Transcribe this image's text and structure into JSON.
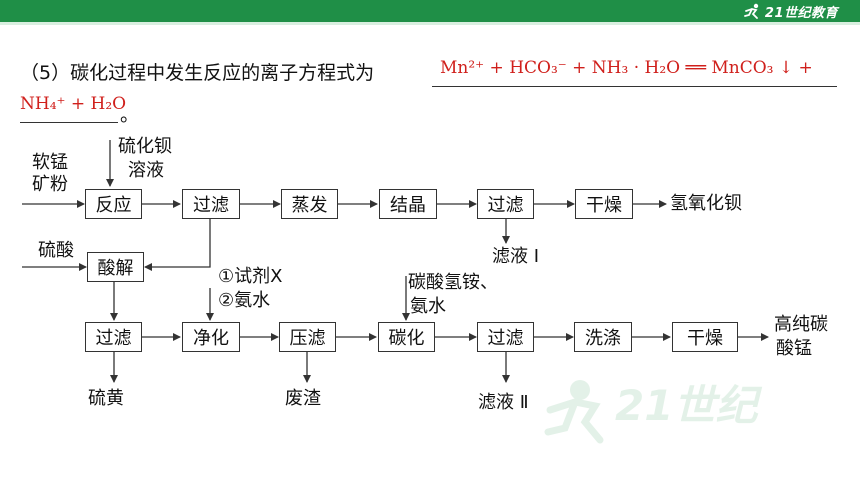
{
  "header": {
    "logo_text": "21世纪教育"
  },
  "question": {
    "number": "（5）",
    "text": "碳化过程中发生反应的离子方程式为",
    "answer_line1": "Mn²⁺ + HCO₃⁻ + NH₃ · H₂O ══ MnCO₃ ↓ +",
    "answer_line2": "NH₄⁺ + H₂O",
    "period": "。"
  },
  "flowchart": {
    "inputs": {
      "ore": [
        "软锰",
        "矿粉"
      ],
      "bas": [
        "硫化钡",
        "溶液"
      ],
      "acid": "硫酸",
      "reagents": [
        "①试剂X",
        "②氨水"
      ],
      "carbonation": [
        "碳酸氢铵、",
        "氨水"
      ]
    },
    "row1_boxes": [
      "反应",
      "过滤",
      "蒸发",
      "结晶",
      "过滤",
      "干燥"
    ],
    "row1_product": "氢氧化钡",
    "filtrate1": "滤液 I",
    "acid_box": "酸解",
    "row3_boxes": [
      "过滤",
      "净化",
      "压滤",
      "碳化",
      "过滤",
      "洗涤",
      "干燥"
    ],
    "row3_product": [
      "高纯碳",
      "酸锰"
    ],
    "sulfur": "硫黄",
    "residue": "废渣",
    "filtrate2": "滤液 Ⅱ"
  }
}
